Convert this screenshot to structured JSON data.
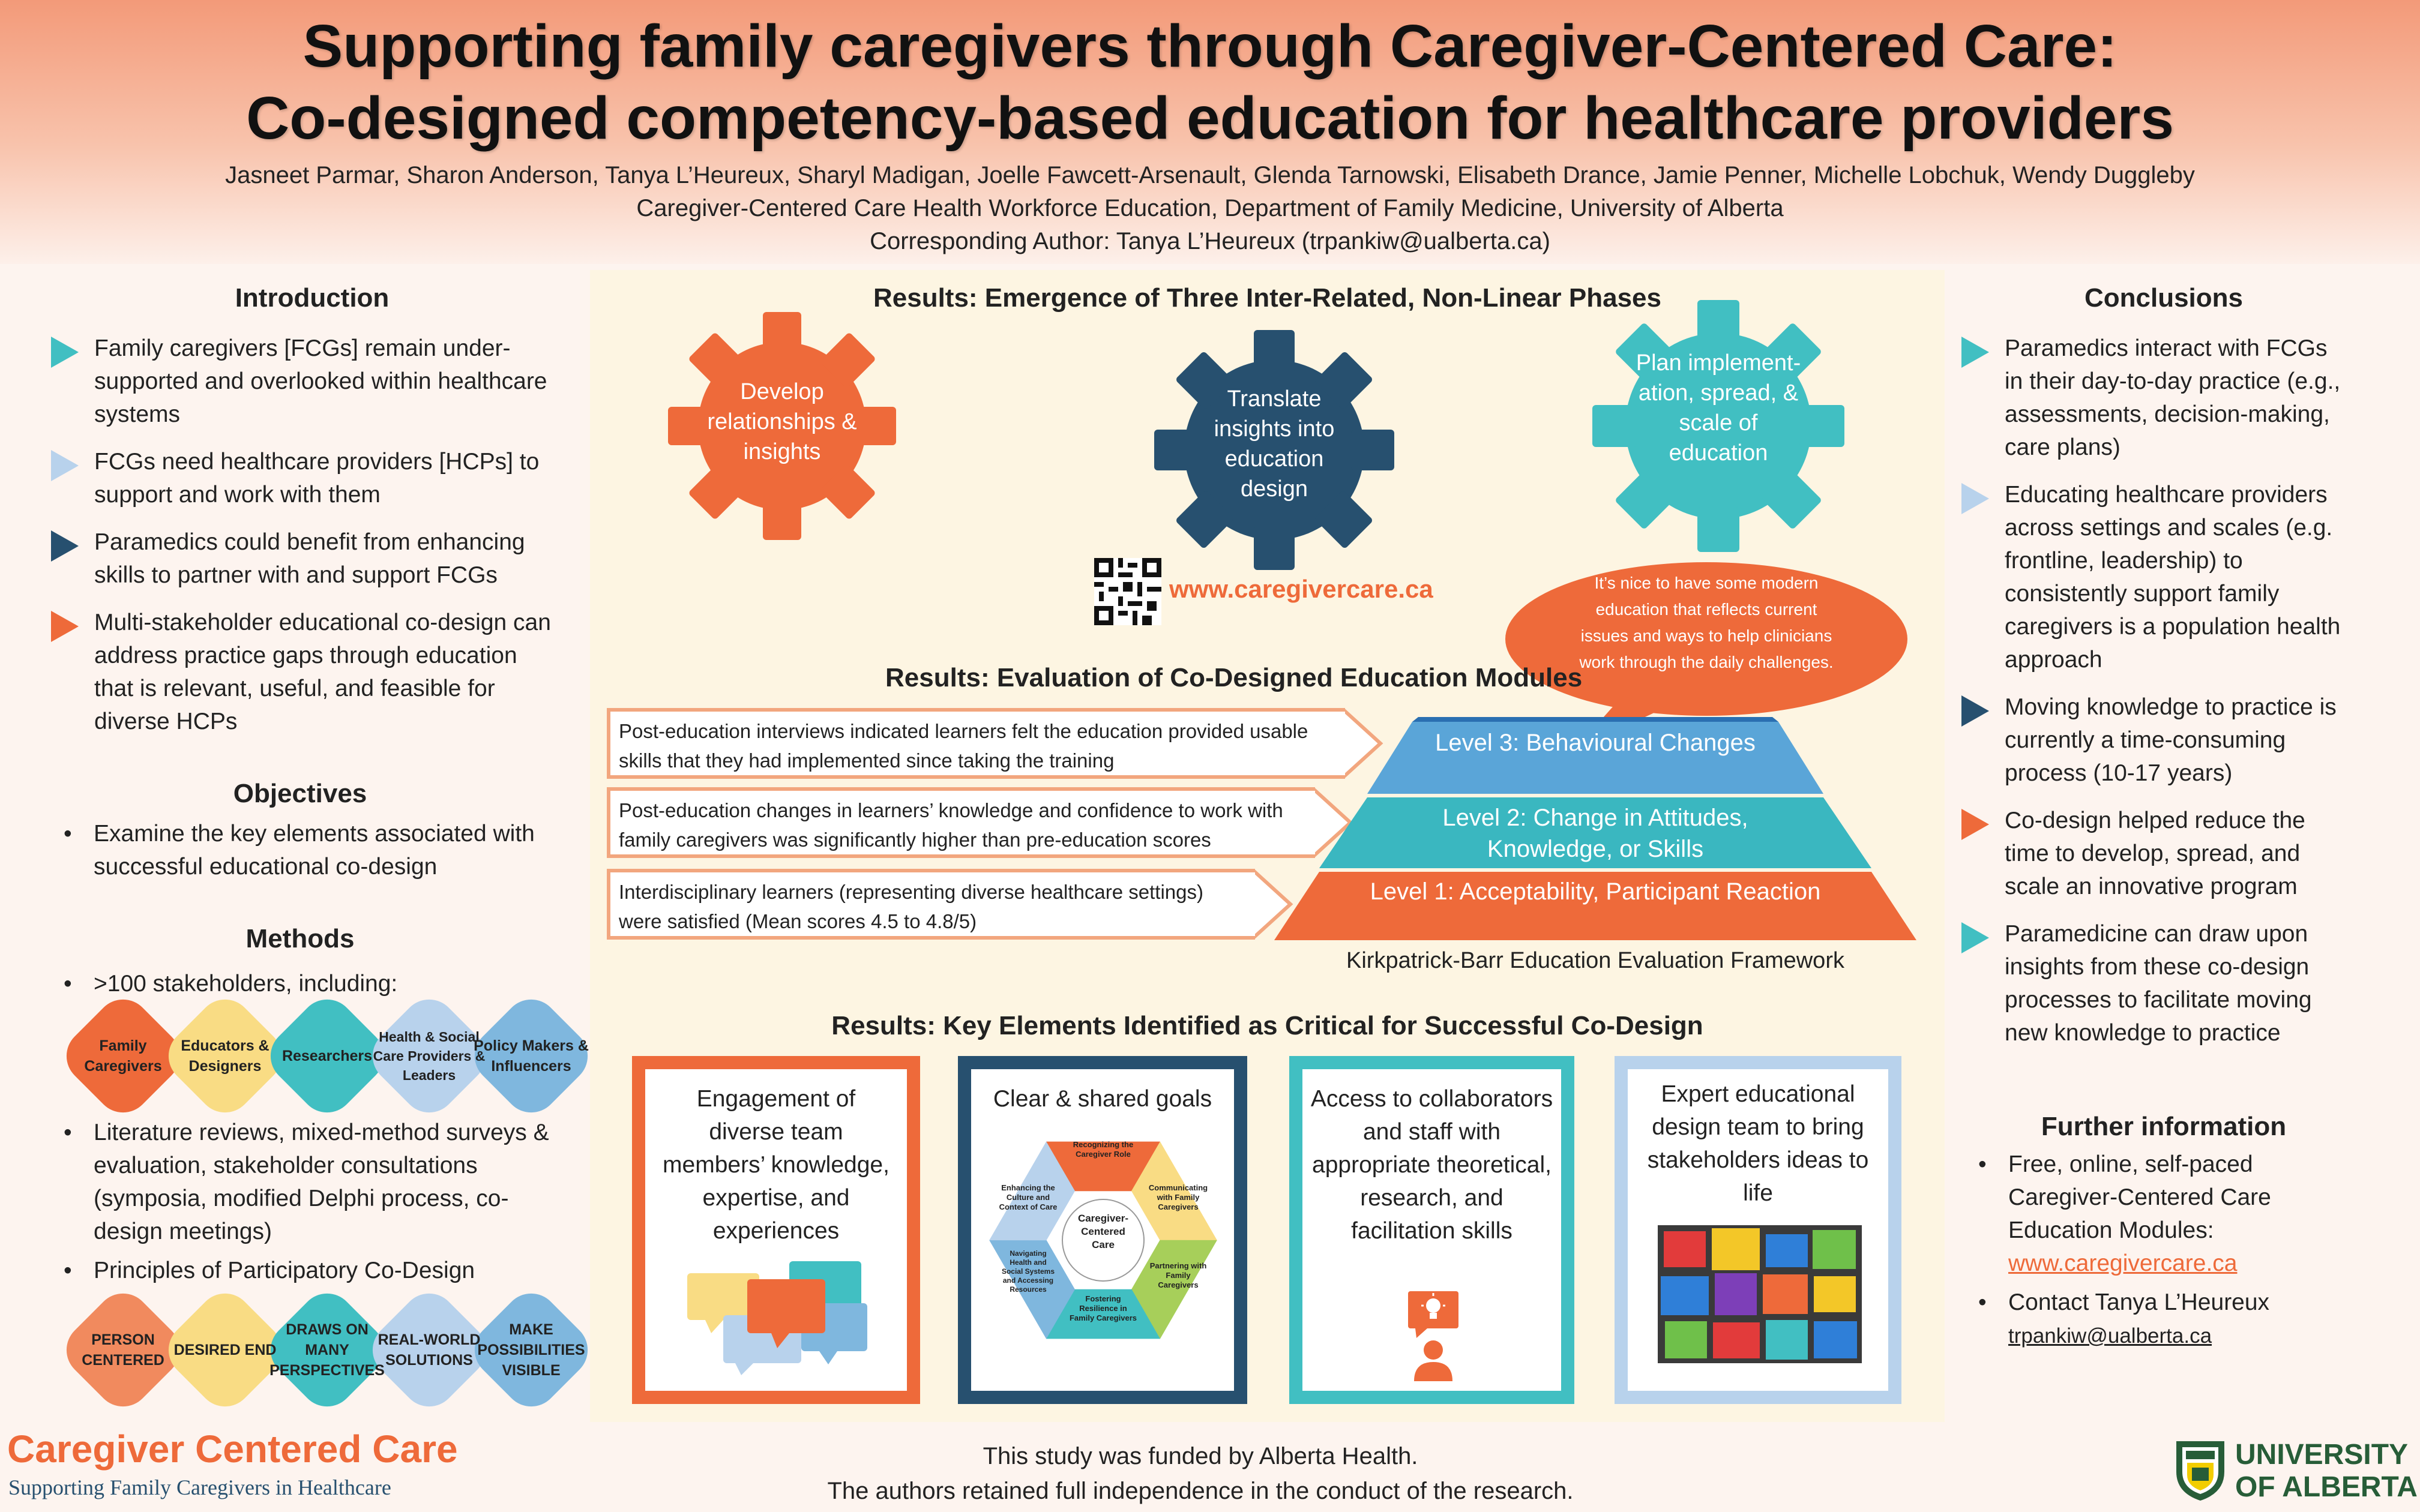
{
  "header": {
    "title_line1": "Supporting family caregivers through Caregiver-Centered Care:",
    "title_line2": "Co-designed competency-based education for healthcare providers",
    "authors": "Jasneet Parmar, Sharon Anderson, Tanya L’Heureux, Sharyl Madigan, Joelle Fawcett-Arsenault, Glenda Tarnowski, Elisabeth Drance, Jamie Penner, Michelle Lobchuk, Wendy Duggleby",
    "affiliation": "Caregiver-Centered Care Health Workforce Education, Department of Family Medicine, University of Alberta",
    "corresponding": "Corresponding Author: Tanya L’Heureux (trpankiw@ualberta.ca)"
  },
  "introduction": {
    "heading": "Introduction",
    "items": [
      "Family caregivers [FCGs] remain under-supported and overlooked within healthcare systems",
      "FCGs need healthcare providers [HCPs] to support and work with them",
      "Paramedics could benefit from enhancing skills to partner with and support FCGs",
      "Multi-stakeholder educational co-design can address practice gaps through education that is relevant, useful, and feasible for diverse HCPs"
    ]
  },
  "objectives": {
    "heading": "Objectives",
    "items": [
      "Examine the key elements associated with successful educational co-design"
    ]
  },
  "methods": {
    "heading": "Methods",
    "item1": ">100 stakeholders, including:",
    "stakeholders": [
      {
        "label": "Family Caregivers",
        "color": "#ee6a3a"
      },
      {
        "label": "Educators & Designers",
        "color": "#f9dc84"
      },
      {
        "label": "Researchers",
        "color": "#41bfc2"
      },
      {
        "label": "Health & Social Care Providers & Leaders",
        "color": "#b8d2ec"
      },
      {
        "label": "Policy Makers & Influencers",
        "color": "#7fb7de"
      }
    ],
    "item2": "Literature reviews, mixed-method surveys & evaluation, stakeholder consultations (symposia, modified Delphi process, co-design meetings)",
    "item3": "Principles of Participatory Co-Design",
    "principles": [
      {
        "label": "PERSON CENTERED",
        "color": "#f18a5e"
      },
      {
        "label": "DESIRED END",
        "color": "#f9dc84"
      },
      {
        "label": "DRAWS ON MANY PERSPECTIVES",
        "color": "#41bfc2"
      },
      {
        "label": "REAL-WORLD SOLUTIONS",
        "color": "#b8d2ec"
      },
      {
        "label": "MAKE POSSIBILITIES VISIBLE",
        "color": "#7fb7de"
      }
    ]
  },
  "phases": {
    "heading": "Results: Emergence of Three Inter-Related, Non-Linear Phases",
    "gears": [
      {
        "label": "Develop relationships & insights",
        "color": "#ee6a3a"
      },
      {
        "label": "Translate insights into education design",
        "color": "#27506f"
      },
      {
        "label": "Plan implement-ation, spread, & scale of education",
        "color": "#41bfc2"
      }
    ],
    "website": "www.caregivercare.ca",
    "quote": "It’s nice to have some modern education that reflects current issues and ways to help clinicians work through the daily challenges."
  },
  "evaluation": {
    "heading": "Results: Evaluation of Co-Designed Education Modules",
    "findings": [
      "Post-education interviews indicated learners felt the education provided usable skills that they had implemented since taking the training",
      "Post-education changes in learners’ knowledge and confidence to work with family caregivers was significantly higher than pre-education scores",
      "Interdisciplinary learners (representing diverse healthcare settings) were satisfied (Mean scores 4.5 to 4.8/5)"
    ],
    "levels": [
      {
        "label": "Level 3: Behavioural Changes",
        "color": "#5aa5d8"
      },
      {
        "label": "Level 2: Change in Attitudes, Knowledge, or Skills",
        "color": "#3ab7c0"
      },
      {
        "label": "Level 1: Acceptability, Participant Reaction",
        "color": "#ee6a3a"
      }
    ],
    "framework": "Kirkpatrick-Barr Education Evaluation Framework"
  },
  "key_elements": {
    "heading": "Results: Key Elements Identified as Critical for Successful Co-Design",
    "boxes": [
      {
        "label": "Engagement of diverse team members’ knowledge, expertise, and experiences",
        "color": "#ee6a3a"
      },
      {
        "label": "Clear & shared goals",
        "color": "#27506f"
      },
      {
        "label": "Access to collaborators and staff with appropriate theoretical, research, and facilitation skills",
        "color": "#41bfc2"
      },
      {
        "label": "Expert educational design team to bring stakeholders ideas to life",
        "color": "#b8d2ec"
      }
    ],
    "wheel_center": "Caregiver-Centered Care",
    "wheel_segments": [
      {
        "label": "Recognizing the Caregiver Role",
        "color": "#ee6a3a"
      },
      {
        "label": "Communicating with Family Caregivers",
        "color": "#f9dc84"
      },
      {
        "label": "Partnering with Family Caregivers",
        "color": "#a7cf5a"
      },
      {
        "label": "Fostering Resilience in Family Caregivers",
        "color": "#41bfc2"
      },
      {
        "label": "Navigating Health and Social Systems and Accessing Resources",
        "color": "#7fb7de"
      },
      {
        "label": "Enhancing the Culture and Context of Care",
        "color": "#b8d2ec"
      }
    ]
  },
  "conclusions": {
    "heading": "Conclusions",
    "items": [
      "Paramedics interact with FCGs in their day-to-day practice (e.g., assessments, decision-making, care plans)",
      "Educating healthcare providers across settings and scales (e.g. frontline, leadership) to consistently support family caregivers is a population health approach",
      "Moving knowledge to practice is currently a time-consuming process (10-17 years)",
      "Co-design helped reduce the time to develop, spread, and scale an innovative program",
      "Paramedicine can draw upon insights from these co-design processes to facilitate moving new knowledge to practice"
    ]
  },
  "further": {
    "heading": "Further information",
    "item1": "Free, online, self-paced Caregiver-Centered Care Education Modules:",
    "link": "www.caregivercare.ca",
    "item2": "Contact Tanya L’Heureux",
    "email": "trpankiw@ualberta.ca"
  },
  "footer": {
    "brand": "Caregiver Centered Care",
    "tagline": "Supporting Family Caregivers in Healthcare",
    "funding1": "This study was funded by Alberta Health.",
    "funding2": "The authors retained full independence in the conduct of the research.",
    "university1": "UNIVERSITY",
    "university2": "OF ALBERTA"
  },
  "colors": {
    "orange": "#ee6a3a",
    "navy": "#27506f",
    "teal": "#41bfc2",
    "light_blue": "#b8d2ec",
    "ua_green": "#275d38"
  }
}
